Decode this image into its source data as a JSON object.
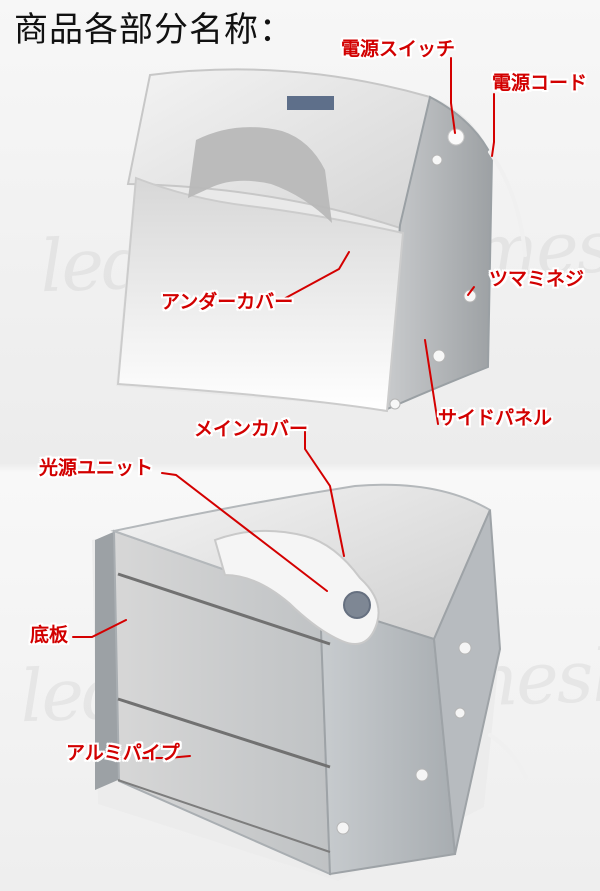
{
  "page": {
    "title": "商品各部分名称："
  },
  "labels": {
    "power_switch": "電源スイッチ",
    "power_cord": "電源コード",
    "thumb_screw": "ツマミネジ",
    "under_cover": "アンダーカバー",
    "side_panel": "サイドパネル",
    "main_cover": "メインカバー",
    "light_unit": "光源ユニット",
    "bottom_board": "底板",
    "aluminum_pipe": "アルミパイプ"
  },
  "watermark": {
    "text": "ledboxosusumeshop"
  },
  "colors": {
    "label_red": "#d20000",
    "leader_red": "#d40000",
    "panel_gray": "#aeb2b5",
    "panel_light": "#e8e8e8"
  }
}
